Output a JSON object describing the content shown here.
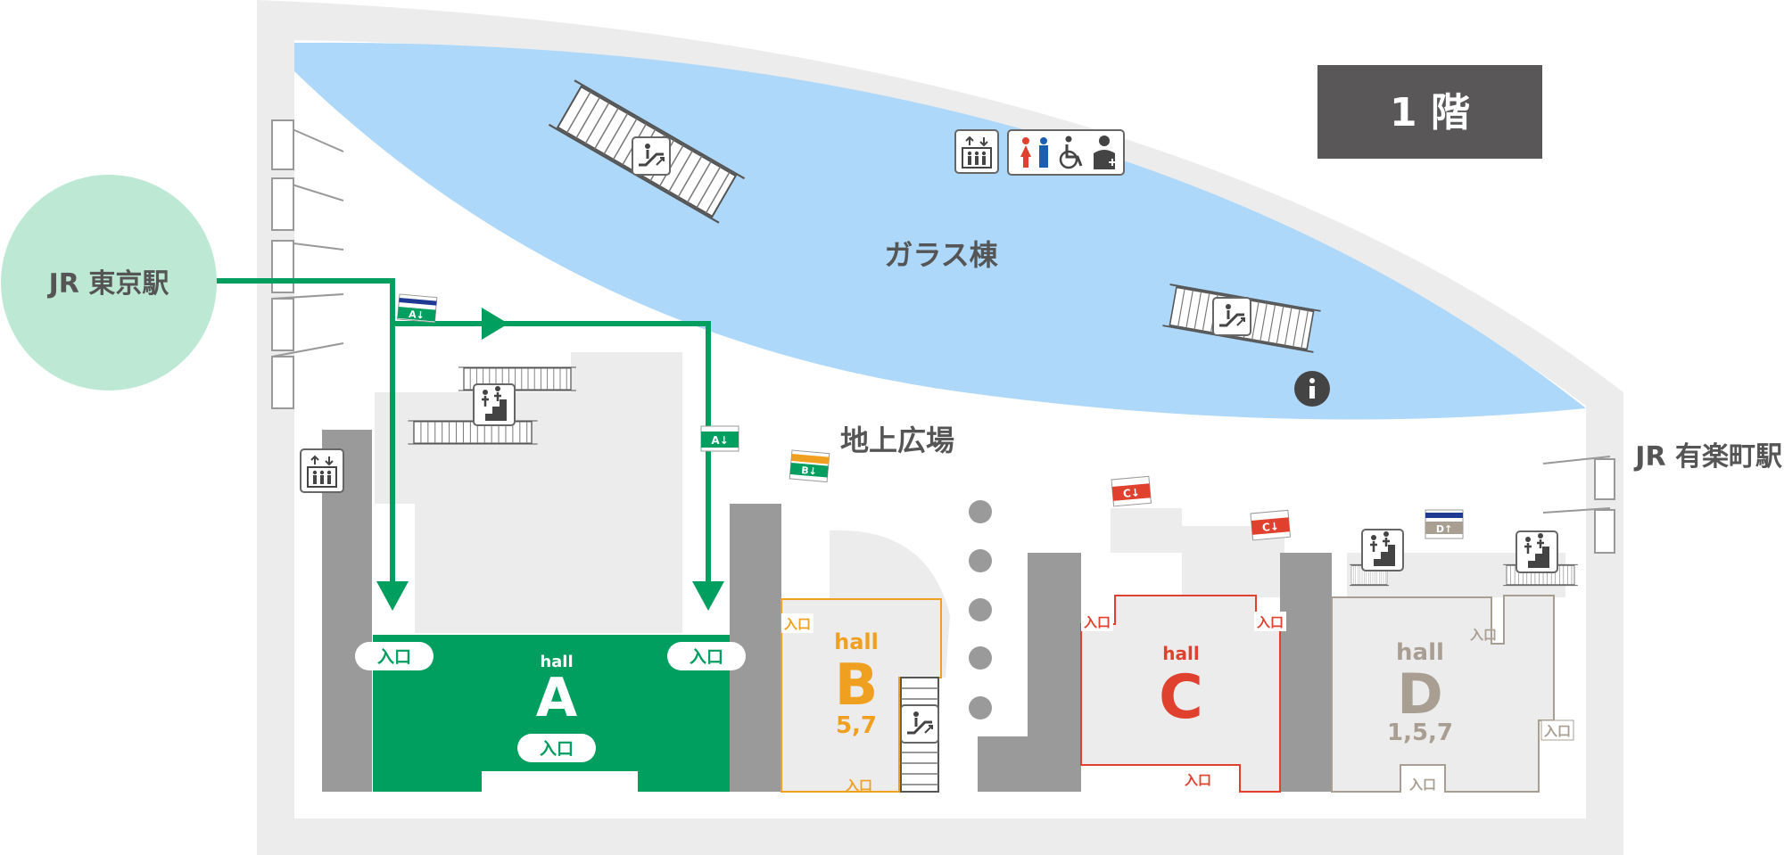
{
  "floor": {
    "label": "1 階"
  },
  "stations": {
    "tokyo": "JR 東京駅",
    "yurakucho": "JR 有楽町駅"
  },
  "areas": {
    "glass_building": "ガラス棟",
    "plaza": "地上広場"
  },
  "entrance_label": "入口",
  "halls": {
    "a": {
      "hall_label": "hall",
      "letter": "A"
    },
    "b": {
      "hall_label": "hall",
      "letter": "B",
      "exits": "5,7"
    },
    "c": {
      "hall_label": "hall",
      "letter": "C"
    },
    "d": {
      "hall_label": "hall",
      "letter": "D",
      "exits": "1,5,7"
    }
  },
  "signs": {
    "a_exit": "A↓",
    "b_exit": "B↓",
    "c_exit": "C↓",
    "d_exit": "D↑"
  },
  "icons": [
    "elevator-icon",
    "restroom-female-icon",
    "restroom-male-icon",
    "wheelchair-icon",
    "nursing-room-icon",
    "escalator-icon",
    "stairs-icon",
    "information-icon"
  ],
  "colors": {
    "hall_a": "#009e5f",
    "hall_b": "#f0a020",
    "hall_c": "#e0402e",
    "hall_d": "#a89f92",
    "route": "#009e5f",
    "station": "#bde9d4",
    "glass": "#add8fa",
    "floor_badge": "#595757"
  }
}
